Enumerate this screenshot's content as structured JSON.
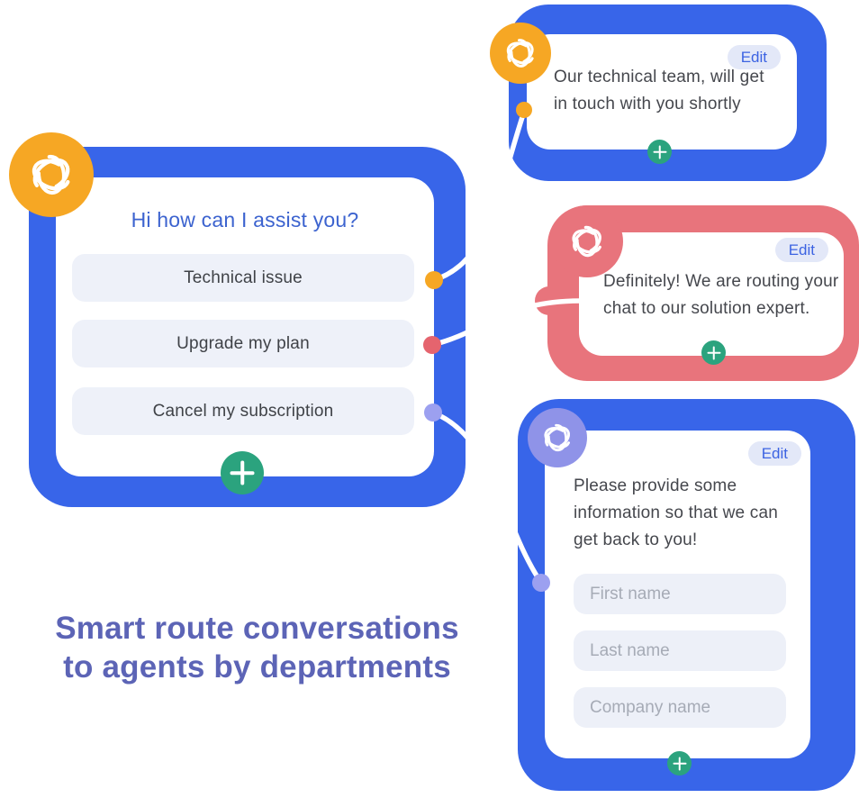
{
  "headline": {
    "lines": [
      "Smart route conversations",
      "to agents by departments"
    ],
    "color": "#5c64b6"
  },
  "flow": {
    "main_card": {
      "title": "Hi how can I assist you?",
      "options": [
        "Technical issue",
        "Upgrade my plan",
        "Cancel my subscription"
      ]
    },
    "technical_card": {
      "edit_label": "Edit",
      "message": "Our technical team, will get in touch with you shortly"
    },
    "routing_card": {
      "edit_label": "Edit",
      "message": "Definitely! We are routing your chat to our solution expert."
    },
    "form_card": {
      "edit_label": "Edit",
      "message": "Please provide some information so that we can get back to you!",
      "fields": [
        {
          "placeholder": "First name"
        },
        {
          "placeholder": "Last name"
        },
        {
          "placeholder": "Company name"
        }
      ]
    }
  },
  "icons": {
    "avatar": "swirl-logo-icon",
    "add": "plus-icon"
  },
  "colors": {
    "blue": "#3865e9",
    "red": "#e8747c",
    "orange": "#f6a724",
    "lavender": "#8f93e8",
    "green": "#2ba37e",
    "dot_orange": "#f6a724",
    "dot_red": "#e5646e",
    "dot_purple": "#9ca0f0",
    "edit_badge_bg": "#e3e8f8",
    "edit_text": "#3c63e2",
    "title_blue": "#3c63cf",
    "headline": "#5c64b6"
  }
}
